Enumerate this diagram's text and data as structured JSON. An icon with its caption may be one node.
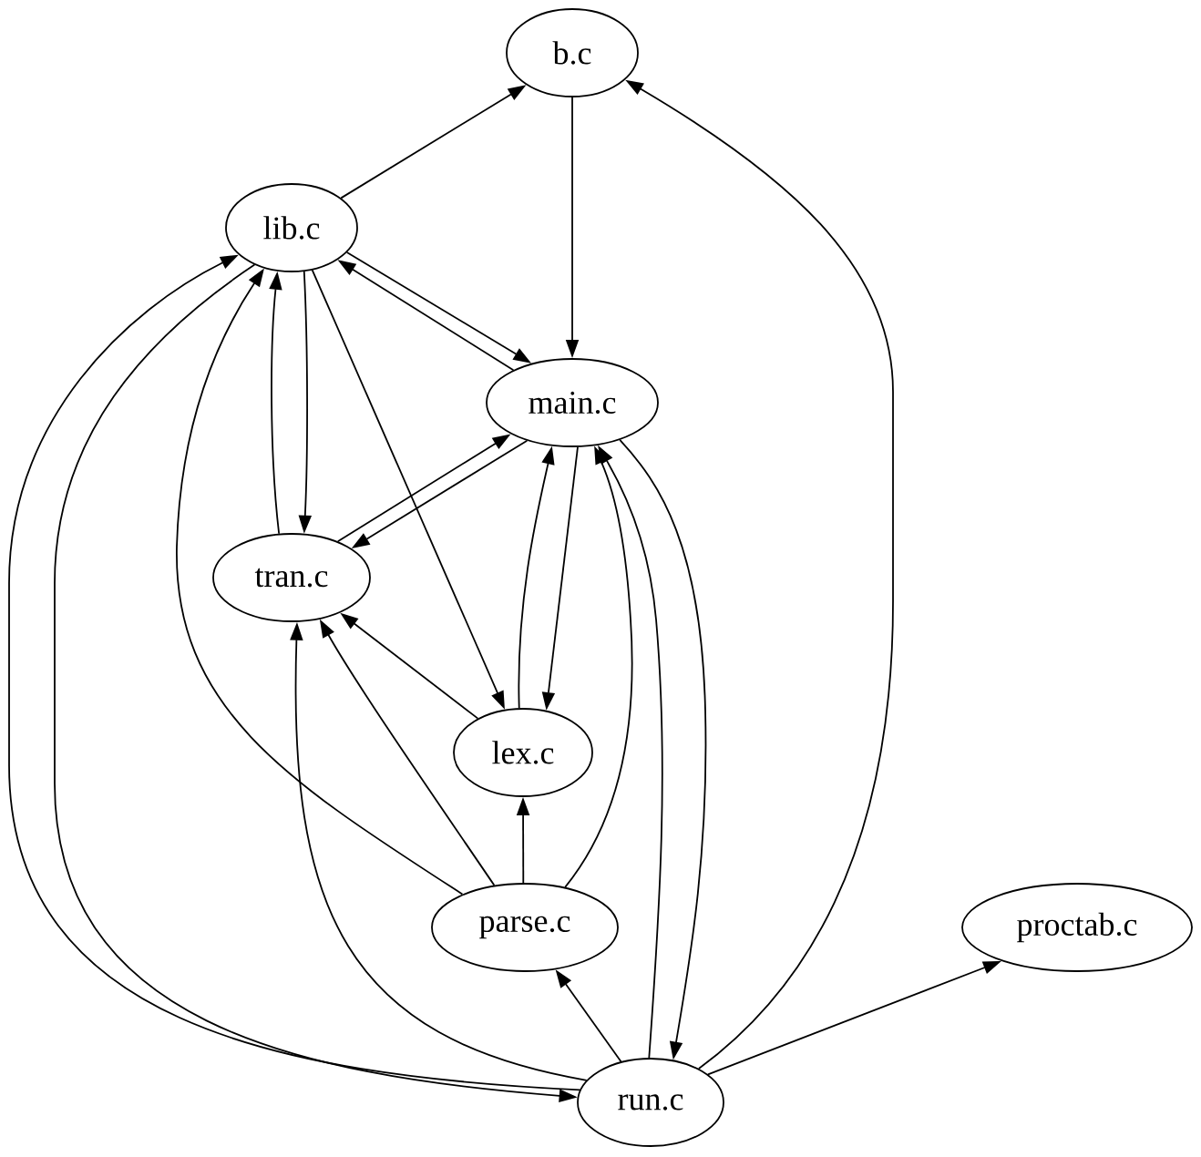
{
  "diagram": {
    "nodes": [
      {
        "text": [
          "b.c"
        ]
      },
      {
        "text": [
          "lib.c"
        ]
      },
      {
        "text": [
          "main.c"
        ]
      },
      {
        "text": [
          "tran.c"
        ]
      },
      {
        "text": [
          "lex.c"
        ]
      },
      {
        "text": [
          "parse.c"
        ]
      },
      {
        "text": [
          "proctab.c"
        ]
      },
      {
        "text": [
          "run.c"
        ]
      }
    ],
    "edges": [
      {
        "from": 1,
        "to": 0,
        "arrow": "to"
      },
      {
        "from": 7,
        "to": 0,
        "arrow": "to"
      },
      {
        "from": 0,
        "to": 2,
        "arrow": "to"
      },
      {
        "from": 2,
        "to": 1,
        "arrow": "to"
      },
      {
        "from": 1,
        "to": 2,
        "arrow": "to"
      },
      {
        "from": 3,
        "to": 1,
        "arrow": "to"
      },
      {
        "from": 1,
        "to": 3,
        "arrow": "to"
      },
      {
        "from": 1,
        "to": 4,
        "arrow": "to"
      },
      {
        "from": 7,
        "to": 1,
        "arrow": "to"
      },
      {
        "from": 1,
        "to": 7,
        "arrow": "to"
      },
      {
        "from": 5,
        "to": 1,
        "arrow": "to"
      },
      {
        "from": 3,
        "to": 2,
        "arrow": "to"
      },
      {
        "from": 2,
        "to": 3,
        "arrow": "to"
      },
      {
        "from": 4,
        "to": 2,
        "arrow": "to"
      },
      {
        "from": 2,
        "to": 4,
        "arrow": "to"
      },
      {
        "from": 5,
        "to": 2,
        "arrow": "to"
      },
      {
        "from": 7,
        "to": 2,
        "arrow": "to"
      },
      {
        "from": 2,
        "to": 7,
        "arrow": "to"
      },
      {
        "from": 4,
        "to": 3,
        "arrow": "to"
      },
      {
        "from": 5,
        "to": 3,
        "arrow": "to"
      },
      {
        "from": 7,
        "to": 3,
        "arrow": "to"
      },
      {
        "from": 5,
        "to": 4,
        "arrow": "to"
      },
      {
        "from": 7,
        "to": 5,
        "arrow": "to"
      },
      {
        "from": 7,
        "to": 6,
        "arrow": "to"
      }
    ]
  }
}
